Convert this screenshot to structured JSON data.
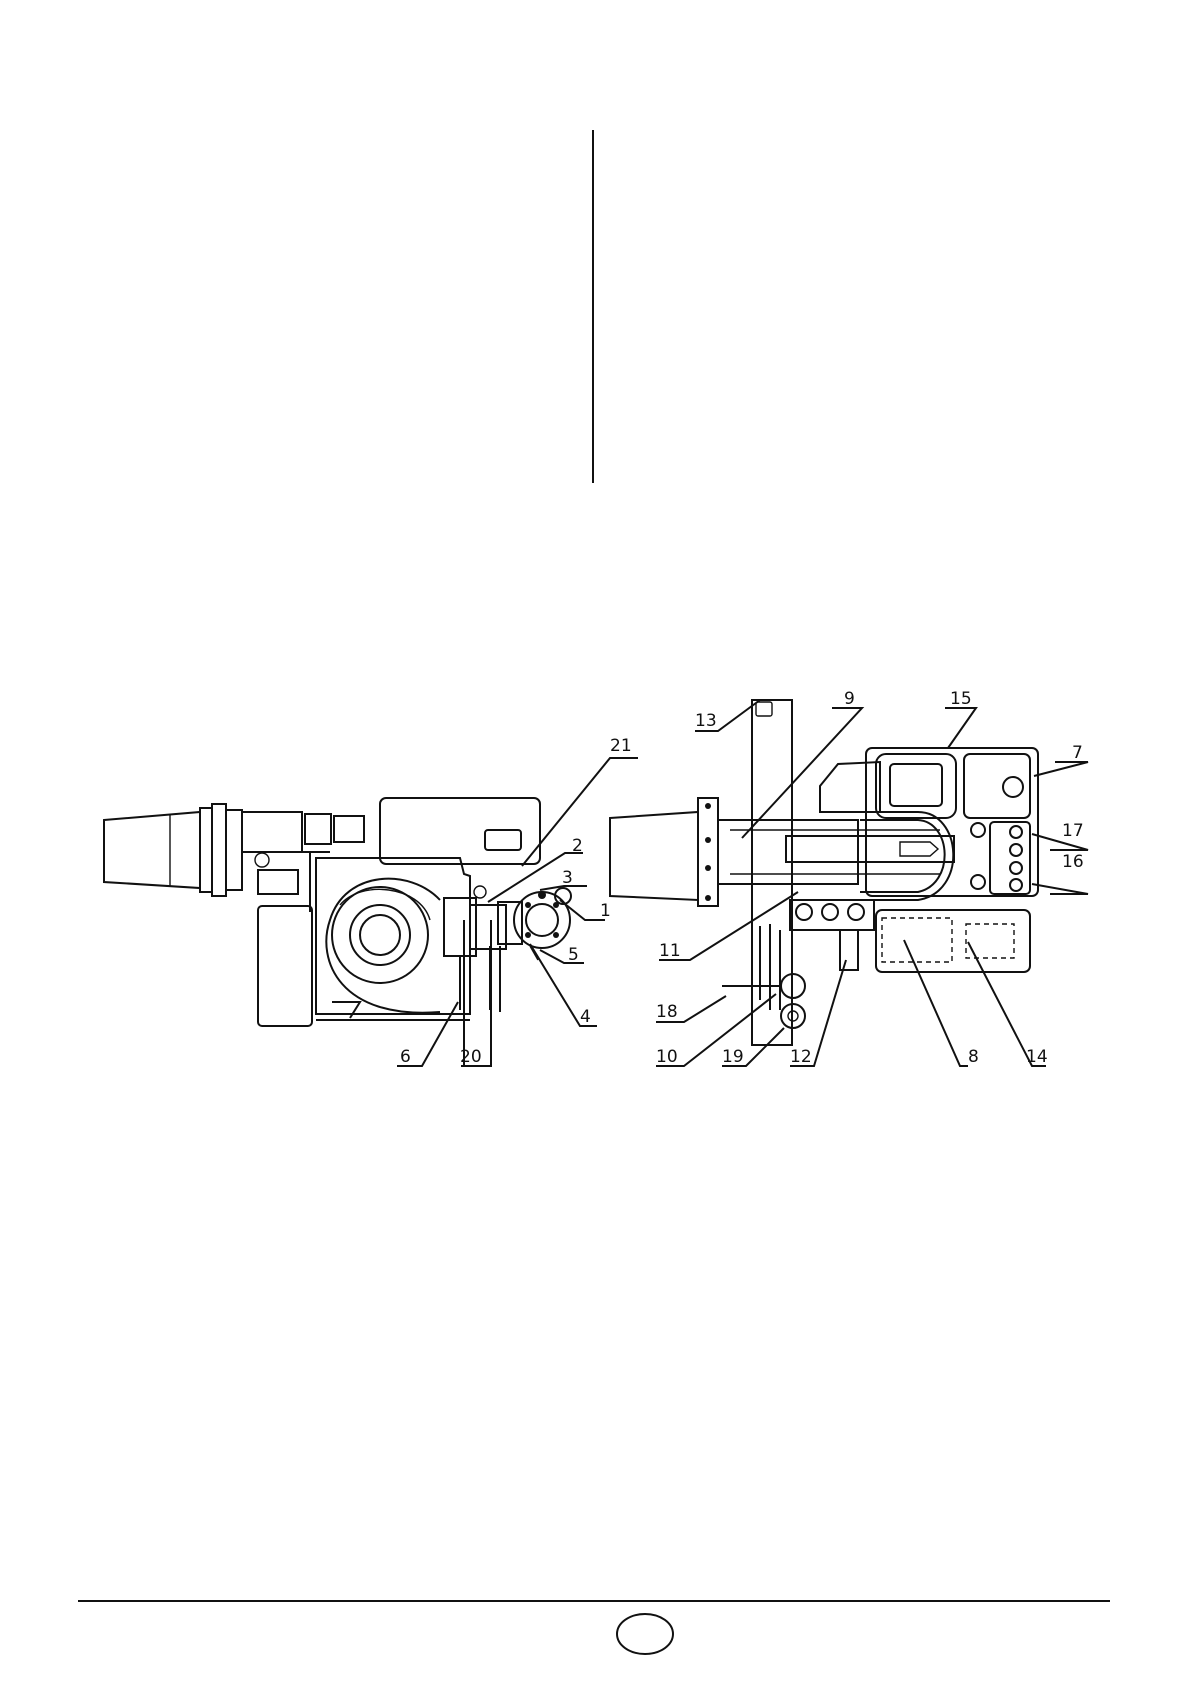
{
  "left_view": {
    "callouts": [
      "21",
      "2",
      "3",
      "1",
      "5",
      "4",
      "6",
      "20"
    ]
  },
  "right_view": {
    "callouts": [
      "13",
      "9",
      "15",
      "7",
      "17",
      "16",
      "11",
      "18",
      "10",
      "19",
      "12",
      "8",
      "14"
    ]
  },
  "footer": {
    "page_number": ""
  }
}
